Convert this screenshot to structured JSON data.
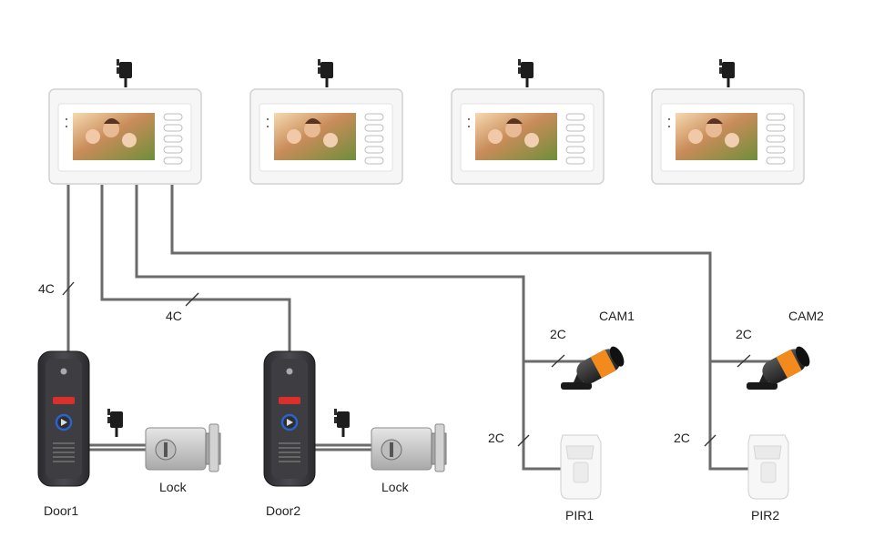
{
  "labels": {
    "wire_4c_a": "4C",
    "wire_4c_b": "4C",
    "wire_2c_cam1": "2C",
    "wire_2c_cam2": "2C",
    "wire_2c_pir1": "2C",
    "wire_2c_pir2": "2C",
    "cam1": "CAM1",
    "cam2": "CAM2",
    "pir1": "PIR1",
    "pir2": "PIR2",
    "door1": "Door1",
    "door2": "Door2",
    "lock1": "Lock",
    "lock2": "Lock"
  },
  "colors": {
    "wire": "#6b6b6b",
    "monitor_frame": "#f4f4f4",
    "door_station": "#3a3a3e",
    "camera_band": "#f28a1e",
    "led_red": "#d9302c",
    "button_blue": "#2a63c9"
  },
  "icons": {
    "monitor": "indoor-monitor-icon",
    "adapter": "power-adapter-icon",
    "door_station": "door-station-icon",
    "lock": "electric-lock-icon",
    "camera": "bullet-camera-icon",
    "pir": "pir-sensor-icon"
  }
}
